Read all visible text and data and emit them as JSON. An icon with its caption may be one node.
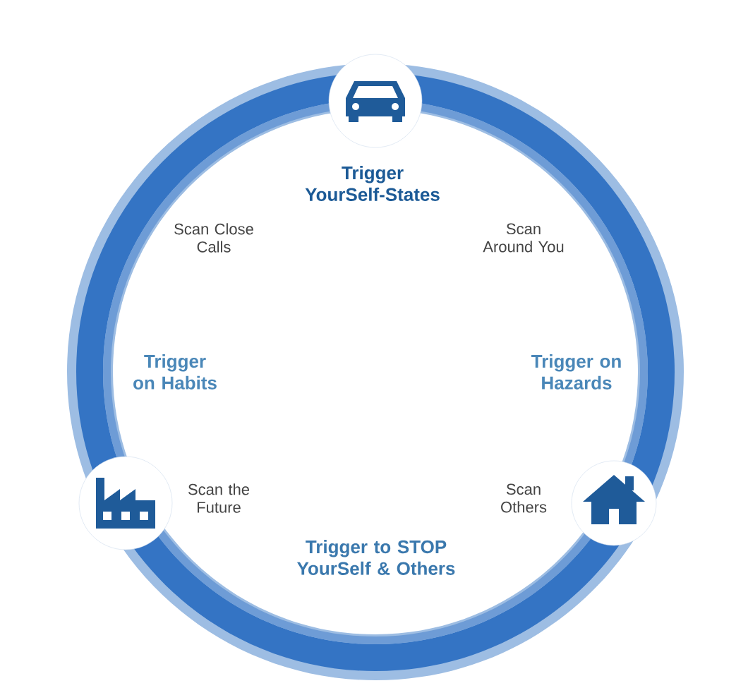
{
  "diagram": {
    "labels": [
      "Trigger YourSelf-States",
      "Scan Close Calls",
      "Scan Around You",
      "Trigger on Habits",
      "Trigger on Hazards",
      "Scan the Future",
      "Scan Others",
      "Trigger to STOP YourSelf & Others"
    ]
  }
}
